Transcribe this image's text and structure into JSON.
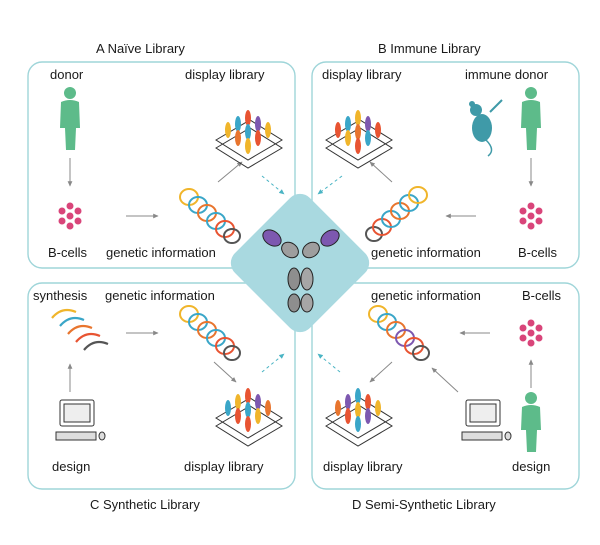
{
  "titles": {
    "a": "A Naïve Library",
    "b": "B Immune Library",
    "c": "C Synthetic Library",
    "d": "D Semi-Synthetic Library"
  },
  "panel_a": {
    "donor": "donor",
    "display_library": "display library",
    "b_cells": "B-cells",
    "genetic_information": "genetic information"
  },
  "panel_b": {
    "display_library": "display library",
    "immune_donor": "immune donor",
    "genetic_information": "genetic information",
    "b_cells": "B-cells"
  },
  "panel_c": {
    "synthesis": "synthesis",
    "genetic_information": "genetic information",
    "design": "design",
    "display_library": "display library"
  },
  "panel_d": {
    "genetic_information": "genetic information",
    "b_cells": "B-cells",
    "display_library": "display library",
    "design": "design"
  },
  "colors": {
    "panel_border": "#9fd5d9",
    "center_diamond": "#a9d9e0",
    "person": "#5dbb8a",
    "cells": "#d9457a",
    "antibody_purple": "#7d58b0",
    "antibody_gray": "#8e8e8e",
    "arrow": "#888888",
    "dashed_arrow": "#4ab4c4"
  },
  "icons": [
    "person-icon",
    "mouse-icon",
    "b-cell-cluster-icon",
    "plasmid-icon",
    "display-library-icon",
    "computer-icon",
    "antibody-icon"
  ]
}
